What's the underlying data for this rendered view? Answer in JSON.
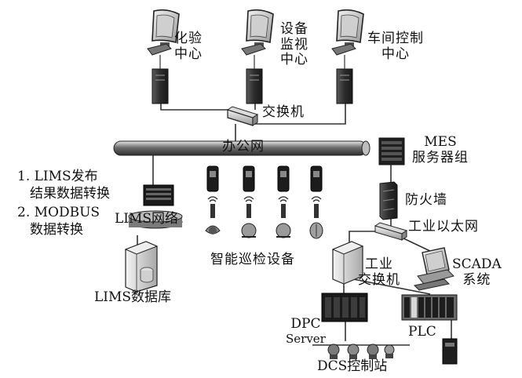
{
  "stations": {
    "lab": [
      "化验",
      "中心"
    ],
    "equip": [
      "设备",
      "监视",
      "中心"
    ],
    "workshop": [
      "车间控制",
      "中心"
    ]
  },
  "switch_label": "交换机",
  "office_net_label": "办公网",
  "mes": [
    "MES",
    "服务器组"
  ],
  "firewall_label": "防火墙",
  "industrial_eth_label": "工业以太网",
  "lims_notes": [
    "1. LIMS发布",
    "结果数据转换",
    "2. MODBUS",
    "数据转换"
  ],
  "lims_network_label": "LIMS网络",
  "lims_db_label": "LIMS数据库",
  "inspection_label": "智能巡检设备",
  "industrial_switch": [
    "工业",
    "交换机"
  ],
  "scada": [
    "SCADA",
    "系统"
  ],
  "dpc": [
    "DPC",
    "Server"
  ],
  "plc_label": "PLC",
  "dcs_label": "DCS控制站",
  "colors": {
    "line": "#333333",
    "device_dark": "#2a2a2a",
    "device_mid": "#8a8a8a",
    "bus_light": "#e6e6e6"
  }
}
